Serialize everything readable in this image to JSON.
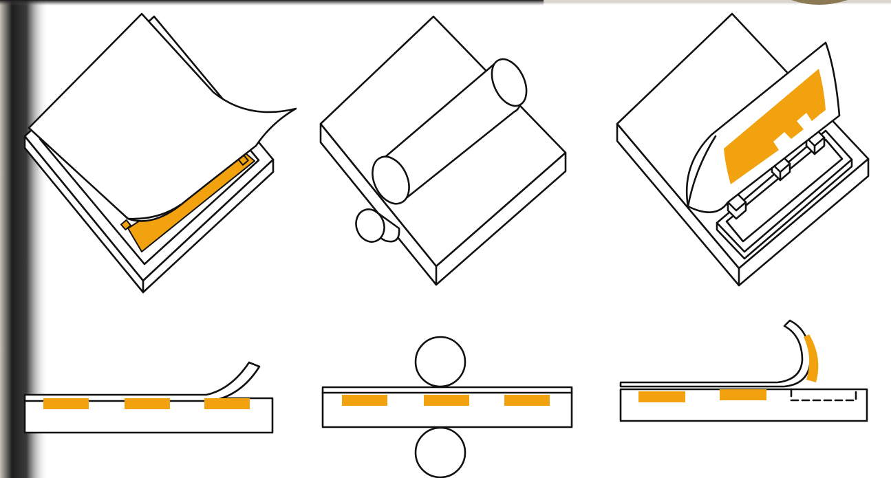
{
  "colors": {
    "accent": "#F2A20F",
    "ink": "#111111",
    "paper": "#FFFFFF",
    "binding_shadow": "#2A2A2A"
  },
  "panels": [
    {
      "id": "peel-backing",
      "views": [
        "isometric",
        "cross-section"
      ]
    },
    {
      "id": "roller-press",
      "views": [
        "isometric",
        "cross-section"
      ]
    },
    {
      "id": "lift-transfer",
      "views": [
        "isometric",
        "cross-section"
      ]
    }
  ]
}
